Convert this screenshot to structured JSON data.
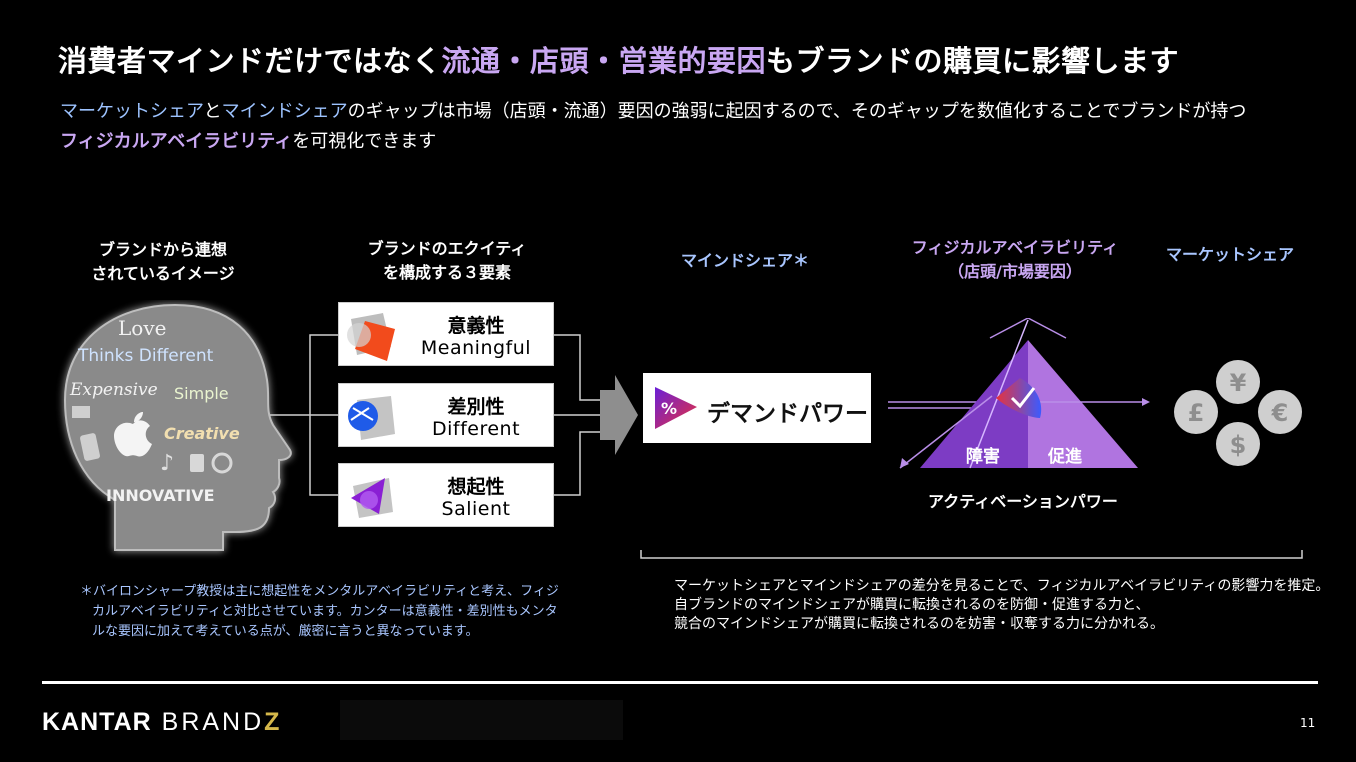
{
  "title": {
    "part1": "消費者マインドだけではなく",
    "highlight": "流通・店頭・営業的要因",
    "part2": "もブランドの購買に影響します"
  },
  "subtitle": {
    "s1": "マーケットシェア",
    "s2": "と",
    "s3": "マインドシェア",
    "s4": "のギャップは市場（店頭・流通）要因の強弱に起因するので、そのギャップを数値化することでブランドが持つ",
    "s5": "フィジカルアベイラビリティ",
    "s6": "を可視化できます"
  },
  "columns": {
    "image_l1": "ブランドから連想",
    "image_l2": "されているイメージ",
    "equity_l1": "ブランドのエクイティ",
    "equity_l2": "を構成する３要素",
    "mindshare": "マインドシェア＊",
    "physical_l1": "フィジカルアベイラビリティ",
    "physical_l2": "（店頭/市場要因）",
    "market": "マーケットシェア"
  },
  "head_words": {
    "love": "Love",
    "thinks": "Thinks Different",
    "expensive": "Expensive",
    "simple": "Simple",
    "creative": "Creative",
    "innovative": "INNOVATIVE"
  },
  "elements": [
    {
      "jp": "意義性",
      "en": "Meaningful"
    },
    {
      "jp": "差別性",
      "en": "Different"
    },
    {
      "jp": "想起性",
      "en": "Salient"
    }
  ],
  "demand": {
    "badge": "%",
    "label": "デマンドパワー"
  },
  "activation": {
    "block": "障害",
    "promote": "促進",
    "label": "アクティベーションパワー"
  },
  "currency": {
    "yen": "¥",
    "pound": "£",
    "euro": "€",
    "dollar": "$"
  },
  "note_left": [
    "＊バイロンシャープ教授は主に想起性をメンタルアベイラビリティと考え、フィジ",
    "カルアベイラビリティと対比させています。カンターは意義性・差別性もメンタ",
    "ルな要因に加えて考えている点が、厳密に言うと異なっています。"
  ],
  "note_right": [
    "マーケットシェアとマインドシェアの差分を見ることで、フィジカルアベイラビリティの影響力を推定。",
    "自ブランドのマインドシェアが購買に転換されるのを防御・促進する力と、",
    "競合のマインドシェアが購買に転換されるのを妨害・収奪する力に分かれる。"
  ],
  "footer": {
    "logo_a": "KANTAR",
    "logo_b": "BRAND",
    "logo_c": "Z",
    "page": "11"
  },
  "colors": {
    "accent_purple": "#c9a7f2",
    "accent_blue": "#a9c6ff",
    "brand_red": "#e8323c"
  }
}
